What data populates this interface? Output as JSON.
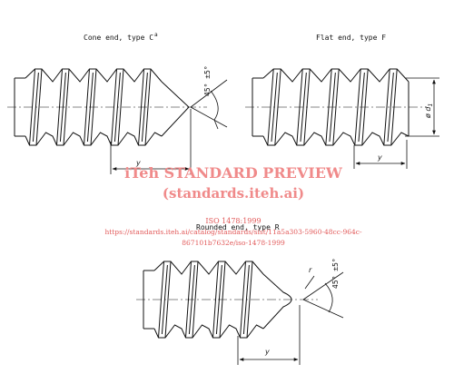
{
  "panels": {
    "cone": {
      "title": "Cone end, type C",
      "title_sup": "a",
      "dim_y": "y",
      "angle": "45° ±5°"
    },
    "flat": {
      "title": "Flat end, type F",
      "dim_y": "y",
      "dia": "ø d",
      "dia_sub": "1"
    },
    "rounded": {
      "title": "Rounded end, type R",
      "dim_y": "y",
      "angle": "45° ±5°",
      "radius": "r"
    }
  },
  "watermark": {
    "line1": "iTeh STANDARD PREVIEW",
    "line2": "(standards.iteh.ai)",
    "line3": "ISO 1478:1999",
    "line4a": "https://standards.iteh.ai/catalog/standards/sist/11a5a303-5960-48cc-964c-",
    "line4b": "867101b7632e/iso-1478-1999"
  },
  "colors": {
    "line": "#111111",
    "watermark_main": "#f08a8a",
    "watermark_url": "#e25a5a"
  }
}
